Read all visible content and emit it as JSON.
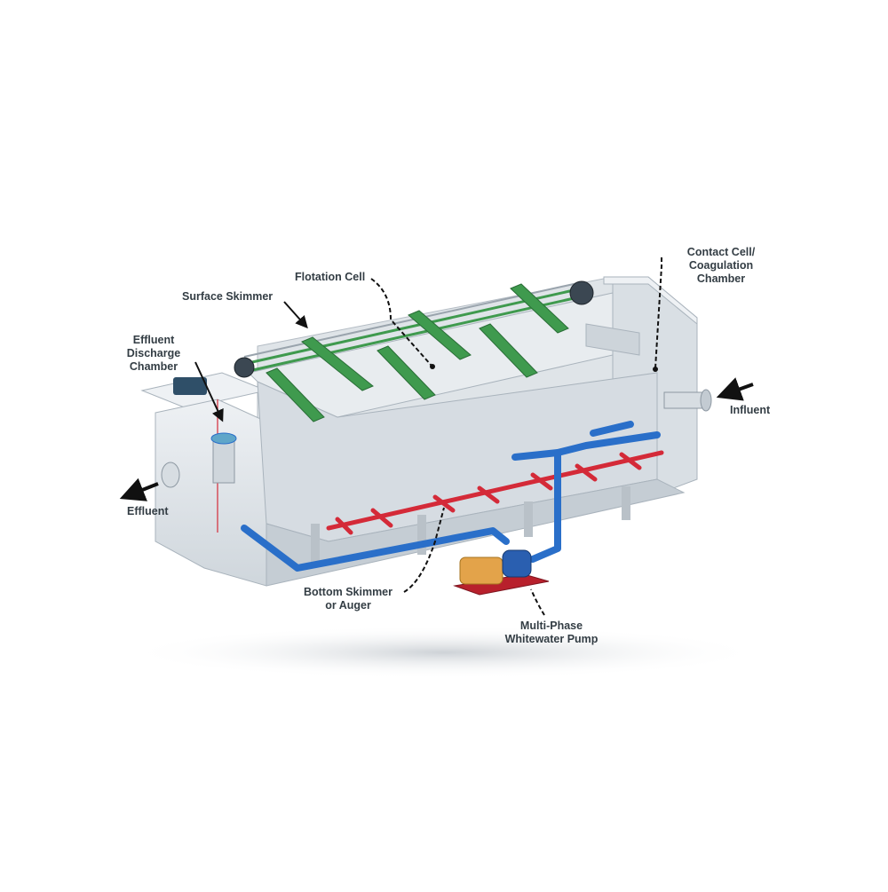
{
  "labels": {
    "flotation_cell": "Flotation Cell",
    "surface_skimmer": "Surface Skimmer",
    "effluent_discharge": [
      "Effluent",
      "Discharge",
      "Chamber"
    ],
    "contact_cell": [
      "Contact Cell/",
      "Coagulation",
      "Chamber"
    ],
    "influent": "Influent",
    "effluent": "Effluent",
    "bottom_skimmer": [
      "Bottom Skimmer",
      "or Auger"
    ],
    "pump": [
      "Multi-Phase",
      "Whitewater Pump"
    ]
  },
  "colors": {
    "tank_light": "#e4e8ec",
    "tank_mid": "#c9d0d7",
    "tank_dark": "#a9b3bc",
    "skimmer_green": "#3f9a4e",
    "pipe_blue": "#2a6fc9",
    "header_red": "#d42a38",
    "pump_motor": "#e3a34a",
    "pump_base": "#b8202c",
    "label_text": "#333d44"
  }
}
